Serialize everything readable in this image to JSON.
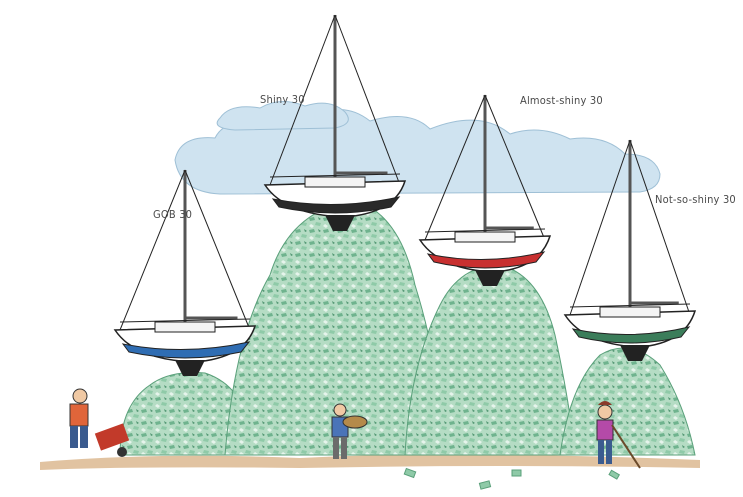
{
  "boats": [
    {
      "id": "gob",
      "label": "GOB 30",
      "hull_color": "#2f6db3",
      "pile_level": 0.3
    },
    {
      "id": "shiny",
      "label": "Shiny 30",
      "hull_color": "#2a2a2a",
      "pile_level": 0.66
    },
    {
      "id": "almost-shiny",
      "label": "Almost-shiny 30",
      "hull_color": "#c83030",
      "pile_level": 0.55
    },
    {
      "id": "not-so-shiny",
      "label": "Not-so-shiny 30",
      "hull_color": "#3b7d5a",
      "pile_level": 0.28
    }
  ],
  "colors": {
    "money_light": "#cfe9d9",
    "money_mid": "#8fcaa8",
    "money_dark": "#5aa07a",
    "cloud": "#cfe3f0",
    "ground": "#d9b48a"
  }
}
